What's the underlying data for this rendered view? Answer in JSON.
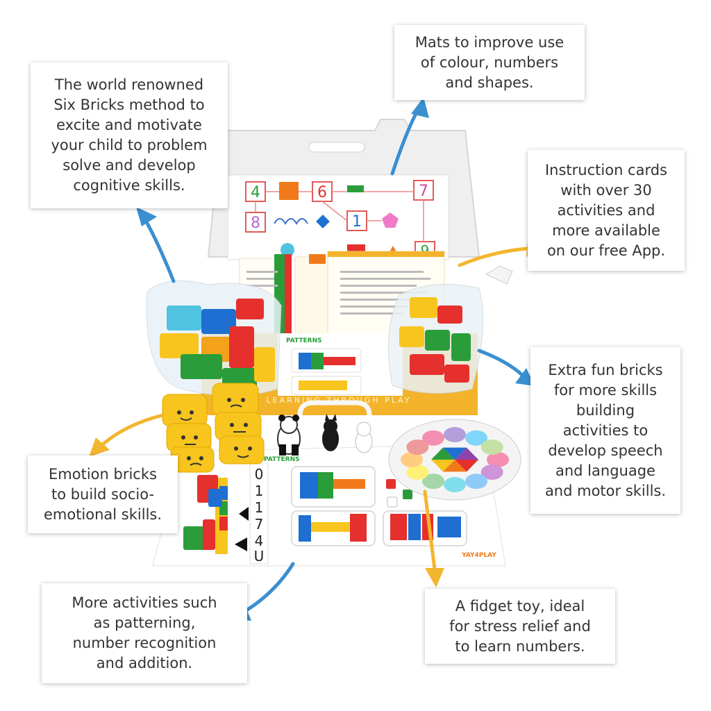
{
  "callouts": {
    "six_bricks": "The world renowned\nSix Bricks method to\nexcite and motivate\nyour child to problem\nsolve and develop\ncognitive skills.",
    "mats": "Mats to improve use\nof colour, numbers\nand shapes.",
    "instruction_cards": "Instruction cards\nwith over 30\nactivities and\nmore available\non our free App.",
    "extra_bricks": "Extra fun bricks\nfor more skills\nbuilding\nactivities to\ndevelop speech\nand language\nand motor skills.",
    "emotion_bricks": "Emotion bricks\nto build socio-\nemotional skills.",
    "more_activities": "More activities such\nas patterning,\nnumber recognition\nand addition.",
    "fidget_toy": "A fidget toy, ideal\nfor stress relief and\nto learn numbers."
  },
  "box": {
    "tagline": "LEARNING THROUGH PLAY",
    "patterns_title": "PATTERNS",
    "brand": "YAY4PLAY"
  },
  "mat_numbers": [
    "4",
    "6",
    "7",
    "8",
    "1",
    "9"
  ],
  "mat_strip_glyphs": [
    "0",
    "1",
    "1",
    "7",
    "4",
    "U"
  ],
  "colors": {
    "arrow_blue": "#3a8fd0",
    "arrow_yellow": "#f2b62e",
    "box_yellow": "#f3b32a",
    "brick_red": "#e5302d",
    "brick_blue": "#1e6fd1",
    "brick_green": "#2a9d3a",
    "brick_yellow": "#f7c51e"
  }
}
